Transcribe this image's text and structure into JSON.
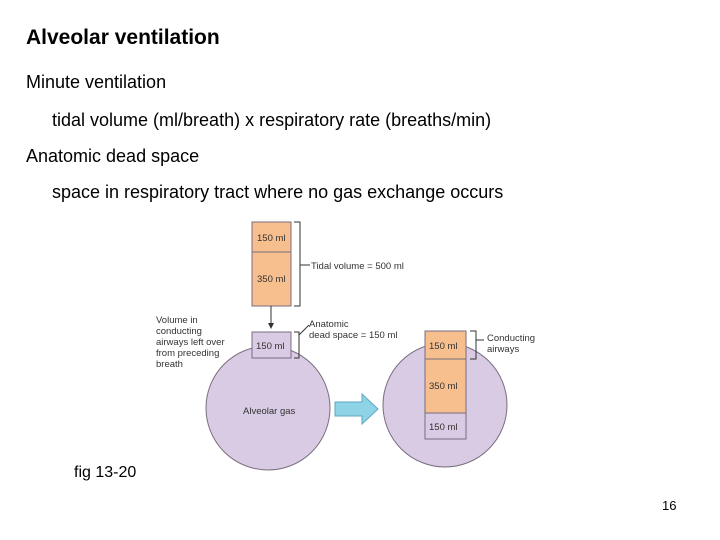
{
  "slide": {
    "title": "Alveolar ventilation",
    "line1": "Minute ventilation",
    "line2": "tidal volume (ml/breath) x respiratory rate (breaths/min)",
    "line3": "Anatomic dead space",
    "line4": "space in respiratory tract where no gas exchange occurs",
    "caption": "fig 13-20",
    "slide_number": "16"
  },
  "diagram": {
    "top_box_150": "150 ml",
    "top_box_350": "350 ml",
    "tidal_volume_label": "Tidal volume = 500 ml",
    "volume_left_over_line1": "Volume in",
    "volume_left_over_line2": "conducting",
    "volume_left_over_line3": "airways left over",
    "volume_left_over_line4": "from preceding",
    "volume_left_over_line5": "breath",
    "left_airway_150": "150 ml",
    "anatomic_dead_space_line1": "Anatomic",
    "anatomic_dead_space_line2": "dead space = 150 ml",
    "alveolar_gas": "Alveolar gas",
    "right_airway_150": "150 ml",
    "right_airway_350": "350 ml",
    "right_airway_150_bottom": "150 ml",
    "conducting_airways_line1": "Conducting",
    "conducting_airways_line2": "airways",
    "colors": {
      "orange": "#f7be8e",
      "lavender": "#d8cbe3",
      "box_border": "#7a6e80",
      "arrow_fill": "#8fd3e6"
    }
  }
}
